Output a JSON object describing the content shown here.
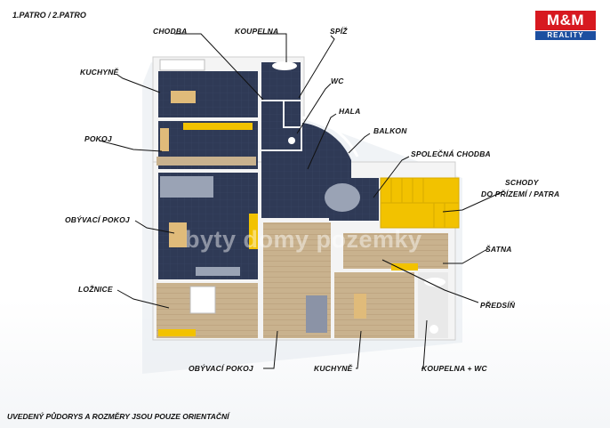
{
  "header": {
    "floor_title": "1.PATRO / 2.PATRO"
  },
  "logo": {
    "brand": "M&M",
    "subtitle": "REALITY"
  },
  "watermark": "byty domy pozemky",
  "labels": {
    "chodba": "CHODBA",
    "koupelna": "KOUPELNA",
    "spiz": "SPÍŽ",
    "kuchyne_top": "KUCHYNĚ",
    "wc": "WC",
    "hala": "HALA",
    "balkon": "BALKON",
    "pokoj": "POKOJ",
    "spolecna_chodba": "SPOLEČNÁ CHODBA",
    "schody_line1": "SCHODY",
    "schody_line2": "DO PŘÍZEMÍ / PATRA",
    "obyvaci_pokoj_left": "OBÝVACÍ POKOJ",
    "satna": "ŠATNA",
    "loznice": "LOŽNICE",
    "predsin": "PŘEDSÍŇ",
    "obyvaci_pokoj_bottom": "OBÝVACÍ POKOJ",
    "kuchyne_bottom": "KUCHYNĚ",
    "koupelna_wc": "KOUPELNA + WC"
  },
  "footer": {
    "disclaimer": "UVEDENÝ PŮDORYS A ROZMĚRY JSOU POUZE ORIENTAČNÍ"
  },
  "colors": {
    "dark_floor": "#2f3a56",
    "wood_floor": "#c9b28e",
    "wall": "#f2f2f2",
    "stairs": "#f2c200",
    "logo_red": "#d71920",
    "logo_blue": "#1d4fa0"
  }
}
